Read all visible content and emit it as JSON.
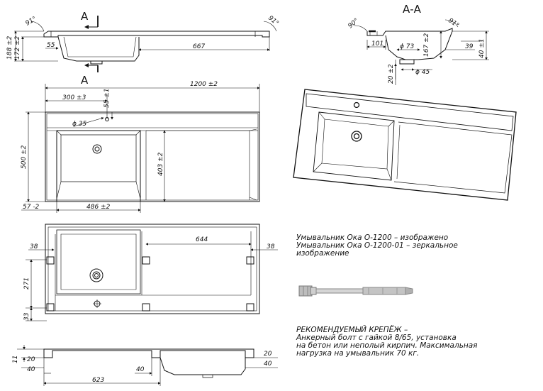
{
  "section_markers": {
    "a_top": "А",
    "a_bottom": "А",
    "aa": "А-А"
  },
  "top_view": {
    "dims": {
      "angle_left": "91°",
      "angle_right": "91°",
      "h188": "188 ±2",
      "h172": "172 ±2",
      "w55": "55",
      "w667": "667"
    }
  },
  "section_view": {
    "dims": {
      "angle_left": "90°",
      "angle_right": "91°",
      "w101": "101",
      "d73": "ϕ 73",
      "h167": "167 ±2",
      "w39": "39",
      "h40": "40 ±1",
      "h20": "20 ±2",
      "d45": "ϕ 45"
    }
  },
  "plan_view": {
    "dims": {
      "w1200": "1200 ±2",
      "w300": "300 ±3",
      "h55": "55 ±1",
      "d35": "ϕ 35",
      "h500": "500 ±2",
      "h403": "403 ±2",
      "w57": "57 -2",
      "w486": "486 ±2"
    }
  },
  "bottom_view": {
    "dims": {
      "w644": "644",
      "l38": "38",
      "r38": "38",
      "h271": "271",
      "h33": "33"
    }
  },
  "side_view": {
    "dims": {
      "h11": "11",
      "l20": "20",
      "l40": "40",
      "w623": "623",
      "m40": "40",
      "r20": "20",
      "r40": "40"
    }
  },
  "notes": {
    "model_line1": "Умывальник Ока О-1200 – изображено",
    "model_line2": "Умывальник Ока О-1200-01 – зеркальное",
    "model_line3": "изображение",
    "mount_title": "РЕКОМЕНДУЕМЫЙ КРЕПЁЖ –",
    "mount_line1": "Анкерный болт с гайкой 8/65, установка",
    "mount_line2": "на бетон или неполый кирпич. Максимальная",
    "mount_line3": "нагрузка на умывальник 70 кг."
  }
}
